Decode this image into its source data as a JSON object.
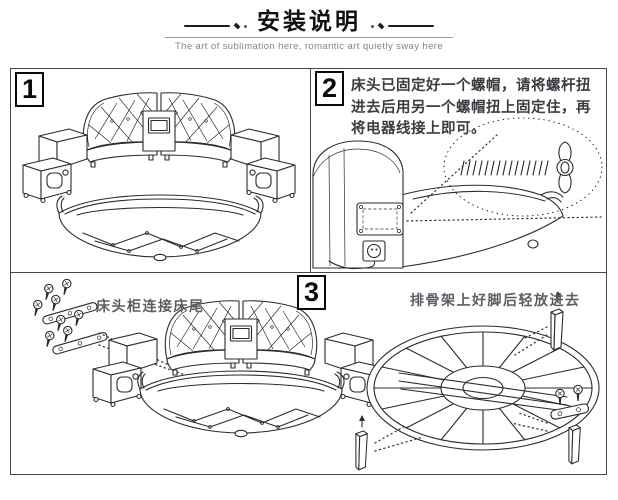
{
  "header": {
    "title": "安装说明",
    "subtitle": "The art of sublimation here, romantic art quietly sway here"
  },
  "panels": {
    "step1": {
      "number": "1"
    },
    "step2": {
      "number": "2",
      "instruction": "床头已固定好一个螺帽，请将螺杆扭进去后用另一个螺帽扭上固定住，再将电器线接上即可。"
    },
    "step3": {
      "number": "3",
      "caption_nightstand": "床头柜连接床尾",
      "caption_slats": "排骨架上好脚后轻放进去"
    }
  },
  "icons": {
    "drawing1": "exploded-round-bed-drawing",
    "drawing2": "headboard-rear-bolt-detail-drawing",
    "drawing3": "assembled-bed-and-slat-frame-drawing"
  },
  "colors": {
    "line": "#2b2b2b",
    "caption": "#5d5d66",
    "subtitle": "#8d8177",
    "border": "#474747"
  }
}
